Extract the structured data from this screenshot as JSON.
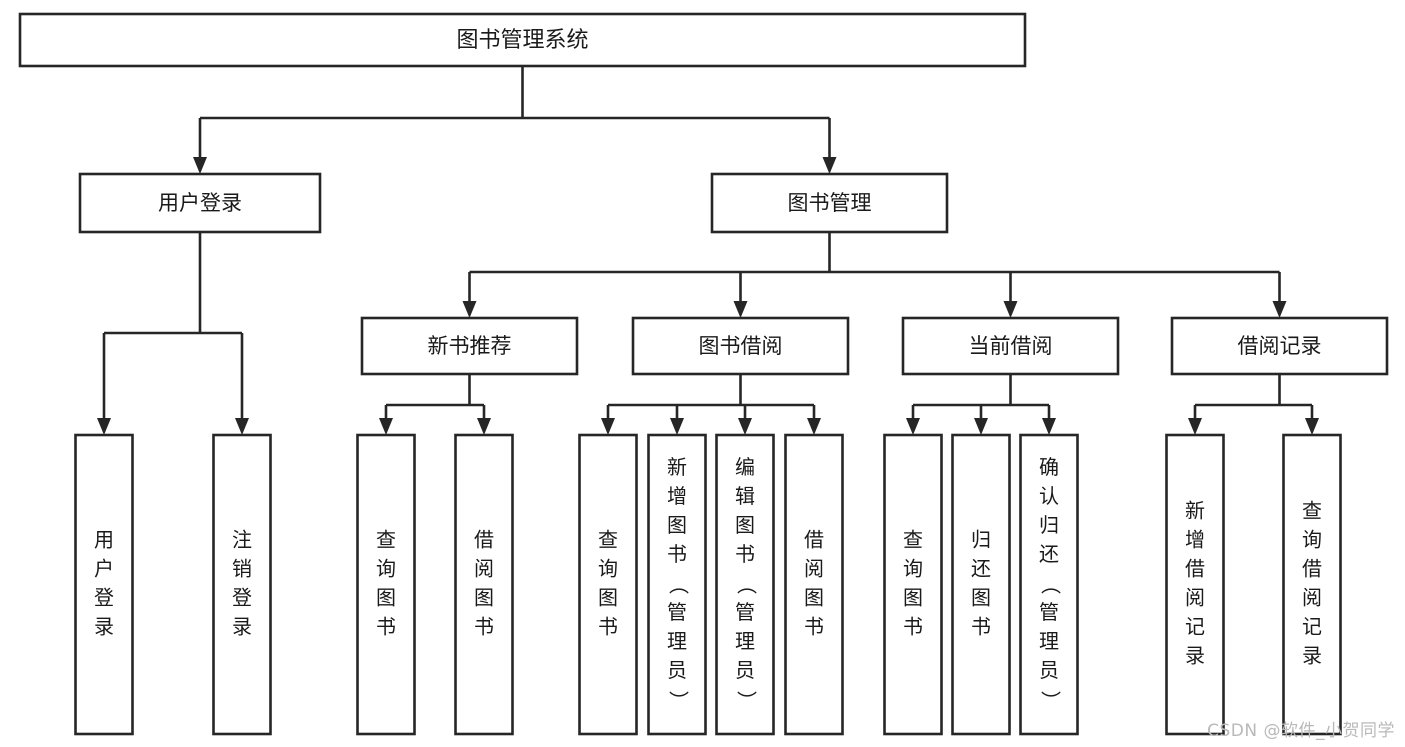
{
  "diagram": {
    "type": "tree",
    "title": "图书管理系统",
    "orientation": "top-down",
    "root": {
      "id": "root",
      "label": "图书管理系统",
      "text_orientation": "horizontal"
    },
    "level2": [
      {
        "id": "user-login",
        "label": "用户登录",
        "text_orientation": "horizontal"
      },
      {
        "id": "book-management",
        "label": "图书管理",
        "text_orientation": "horizontal"
      }
    ],
    "level3": [
      {
        "id": "new-book-recommend",
        "label": "新书推荐",
        "parent": "book-management",
        "text_orientation": "horizontal"
      },
      {
        "id": "book-borrow",
        "label": "图书借阅",
        "parent": "book-management",
        "text_orientation": "horizontal"
      },
      {
        "id": "current-borrow",
        "label": "当前借阅",
        "parent": "book-management",
        "text_orientation": "horizontal"
      },
      {
        "id": "borrow-record",
        "label": "借阅记录",
        "parent": "book-management",
        "text_orientation": "horizontal"
      }
    ],
    "leaves": [
      {
        "id": "leaf-user-login",
        "label": "用户登录",
        "parent": "user-login",
        "text_orientation": "vertical"
      },
      {
        "id": "leaf-logout-login",
        "label": "注销登录",
        "parent": "user-login",
        "text_orientation": "vertical"
      },
      {
        "id": "leaf-query-book-1",
        "label": "查询图书",
        "parent": "new-book-recommend",
        "text_orientation": "vertical"
      },
      {
        "id": "leaf-borrow-book-1",
        "label": "借阅图书",
        "parent": "new-book-recommend",
        "text_orientation": "vertical"
      },
      {
        "id": "leaf-query-book-2",
        "label": "查询图书",
        "parent": "book-borrow",
        "text_orientation": "vertical"
      },
      {
        "id": "leaf-add-book-admin",
        "label": "新增图书（管理员）",
        "parent": "book-borrow",
        "text_orientation": "vertical"
      },
      {
        "id": "leaf-edit-book-admin",
        "label": "编辑图书（管理员）",
        "parent": "book-borrow",
        "text_orientation": "vertical"
      },
      {
        "id": "leaf-borrow-book-2",
        "label": "借阅图书",
        "parent": "book-borrow",
        "text_orientation": "vertical"
      },
      {
        "id": "leaf-query-book-3",
        "label": "查询图书",
        "parent": "current-borrow",
        "text_orientation": "vertical"
      },
      {
        "id": "leaf-return-book",
        "label": "归还图书",
        "parent": "current-borrow",
        "text_orientation": "vertical"
      },
      {
        "id": "leaf-confirm-return-admin",
        "label": "确认归还（管理员）",
        "parent": "current-borrow",
        "text_orientation": "vertical"
      },
      {
        "id": "leaf-add-borrow-record",
        "label": "新增借阅记录",
        "parent": "borrow-record",
        "text_orientation": "vertical"
      },
      {
        "id": "leaf-query-borrow-record",
        "label": "查询借阅记录",
        "parent": "borrow-record",
        "text_orientation": "vertical"
      }
    ],
    "colors": {
      "stroke": "#262626",
      "box_fill": "#ffffff",
      "text": "#1a1a1a",
      "background": "#ffffff",
      "watermark": "#b9b9b9"
    }
  },
  "watermark": {
    "text": "CSDN @软件_小贺同学"
  }
}
